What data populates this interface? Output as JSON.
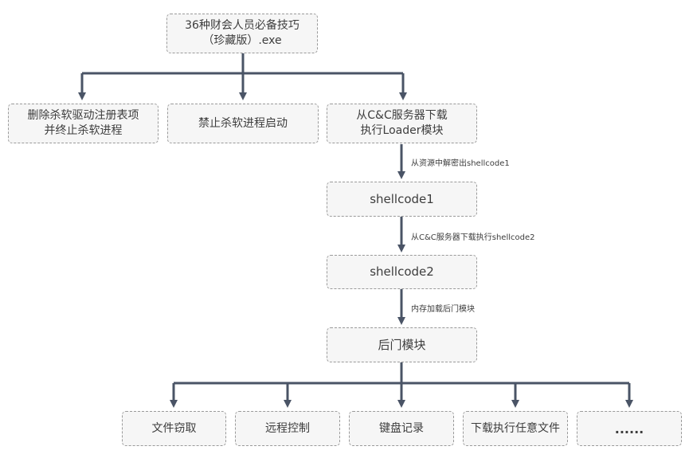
{
  "root": {
    "text": "36种财会人员必备技巧\n（珍藏版）.exe"
  },
  "branches": {
    "delete_av": "删除杀软驱动注册表项\n并终止杀软进程",
    "block_av": "禁止杀软进程启动",
    "download_loader": "从C&C服务器下载\n执行Loader模块"
  },
  "chain": {
    "step1_label": "从资源中解密出shellcode1",
    "shellcode1": "shellcode1",
    "step2_label": "从C&C服务器下载执行shellcode2",
    "shellcode2": "shellcode2",
    "step3_label": "内存加载后门模块",
    "backdoor": "后门模块"
  },
  "capabilities": {
    "file_theft": "文件窃取",
    "remote_control": "远程控制",
    "keylogging": "键盘记录",
    "download_exec": "下载执行任意文件",
    "more": "......"
  },
  "colors": {
    "line": "#4a5466",
    "box_fill": "#f6f6f6",
    "box_border": "#9a9a9a",
    "text": "#3d3d3d"
  }
}
